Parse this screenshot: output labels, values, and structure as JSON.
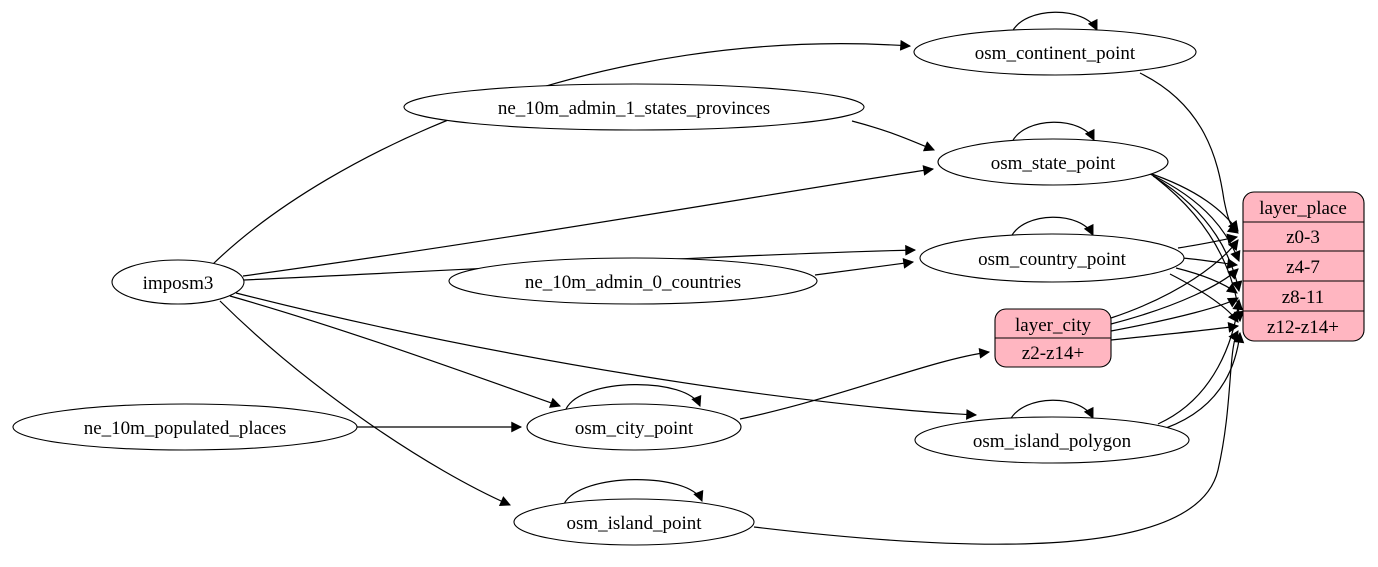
{
  "diagram": {
    "kind": "graphviz-etl-flow",
    "colors": {
      "background": "#ffffff",
      "record_fill": "#ffb6c1",
      "ellipse_fill": "#ffffff",
      "stroke": "#000000"
    },
    "nodes": {
      "imposm3": {
        "label": "imposm3",
        "shape": "ellipse"
      },
      "ne_10m_admin_1_states_provinces": {
        "label": "ne_10m_admin_1_states_provinces",
        "shape": "ellipse"
      },
      "ne_10m_admin_0_countries": {
        "label": "ne_10m_admin_0_countries",
        "shape": "ellipse"
      },
      "ne_10m_populated_places": {
        "label": "ne_10m_populated_places",
        "shape": "ellipse"
      },
      "osm_continent_point": {
        "label": "osm_continent_point",
        "shape": "ellipse"
      },
      "osm_state_point": {
        "label": "osm_state_point",
        "shape": "ellipse"
      },
      "osm_country_point": {
        "label": "osm_country_point",
        "shape": "ellipse"
      },
      "osm_city_point": {
        "label": "osm_city_point",
        "shape": "ellipse"
      },
      "osm_island_polygon": {
        "label": "osm_island_polygon",
        "shape": "ellipse"
      },
      "osm_island_point": {
        "label": "osm_island_point",
        "shape": "ellipse"
      }
    },
    "records": {
      "layer_city": {
        "title": "layer_city",
        "rows": [
          "z2-z14+"
        ]
      },
      "layer_place": {
        "title": "layer_place",
        "rows": [
          "z0-3",
          "z4-7",
          "z8-11",
          "z12-z14+"
        ]
      }
    },
    "edges": [
      {
        "from": "imposm3",
        "to": "osm_continent_point"
      },
      {
        "from": "imposm3",
        "to": "osm_state_point"
      },
      {
        "from": "imposm3",
        "to": "osm_country_point"
      },
      {
        "from": "imposm3",
        "to": "osm_city_point"
      },
      {
        "from": "imposm3",
        "to": "osm_island_polygon"
      },
      {
        "from": "imposm3",
        "to": "osm_island_point"
      },
      {
        "from": "ne_10m_admin_1_states_provinces",
        "to": "osm_state_point"
      },
      {
        "from": "ne_10m_admin_0_countries",
        "to": "osm_country_point"
      },
      {
        "from": "ne_10m_populated_places",
        "to": "osm_city_point"
      },
      {
        "from": "osm_continent_point",
        "to": "osm_continent_point",
        "self_loop": true
      },
      {
        "from": "osm_state_point",
        "to": "osm_state_point",
        "self_loop": true
      },
      {
        "from": "osm_country_point",
        "to": "osm_country_point",
        "self_loop": true
      },
      {
        "from": "osm_city_point",
        "to": "osm_city_point",
        "self_loop": true
      },
      {
        "from": "osm_island_polygon",
        "to": "osm_island_polygon",
        "self_loop": true
      },
      {
        "from": "osm_island_point",
        "to": "osm_island_point",
        "self_loop": true
      },
      {
        "from": "osm_city_point",
        "to": "layer_city",
        "port": "z2-z14+"
      },
      {
        "from": "osm_continent_point",
        "to": "layer_place",
        "port": "z0-3"
      },
      {
        "from": "osm_state_point",
        "to": "layer_place",
        "port": "z0-3"
      },
      {
        "from": "osm_state_point",
        "to": "layer_place",
        "port": "z4-7"
      },
      {
        "from": "osm_state_point",
        "to": "layer_place",
        "port": "z8-11"
      },
      {
        "from": "osm_state_point",
        "to": "layer_place",
        "port": "z12-z14+"
      },
      {
        "from": "osm_country_point",
        "to": "layer_place",
        "port": "z0-3"
      },
      {
        "from": "osm_country_point",
        "to": "layer_place",
        "port": "z4-7"
      },
      {
        "from": "osm_country_point",
        "to": "layer_place",
        "port": "z8-11"
      },
      {
        "from": "osm_country_point",
        "to": "layer_place",
        "port": "z12-z14+"
      },
      {
        "from": "layer_city",
        "to": "layer_place",
        "port": "z0-3"
      },
      {
        "from": "layer_city",
        "to": "layer_place",
        "port": "z4-7"
      },
      {
        "from": "layer_city",
        "to": "layer_place",
        "port": "z8-11"
      },
      {
        "from": "layer_city",
        "to": "layer_place",
        "port": "z12-z14+"
      },
      {
        "from": "osm_island_polygon",
        "to": "layer_place",
        "port": "z8-11"
      },
      {
        "from": "osm_island_polygon",
        "to": "layer_place",
        "port": "z12-z14+"
      },
      {
        "from": "osm_island_point",
        "to": "layer_place",
        "port": "z12-z14+"
      }
    ]
  }
}
